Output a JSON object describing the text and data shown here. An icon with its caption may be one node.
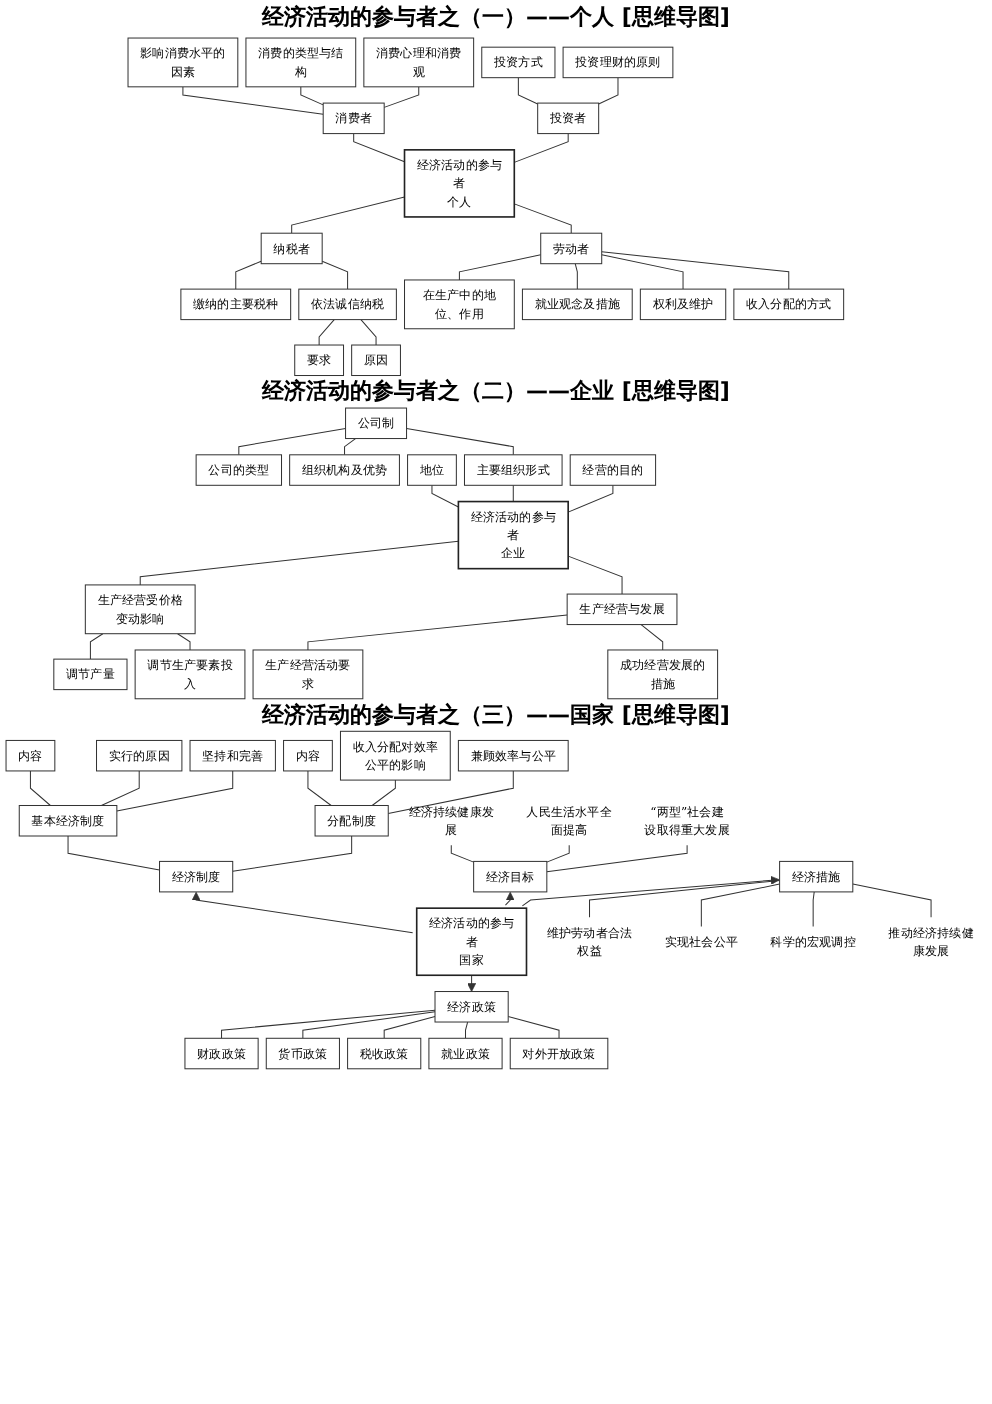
{
  "diagram": {
    "nodes": [
      {
        "text": [
          "影响消费水平的因素"
        ]
      },
      {
        "text": [
          "消费的类型与结构"
        ]
      },
      {
        "text": [
          "消费心理和消费观"
        ]
      },
      {
        "text": [
          "消费者"
        ]
      },
      {
        "text": [
          "投资方式"
        ]
      },
      {
        "text": [
          "投资理财的原则"
        ]
      },
      {
        "text": [
          "投资者"
        ]
      },
      {
        "text": [
          "经济活动的参与者",
          "个人"
        ]
      },
      {
        "text": [
          "纳税者"
        ]
      },
      {
        "text": [
          "缴纳的主要税种"
        ]
      },
      {
        "text": [
          "依法诚信纳税"
        ]
      },
      {
        "text": [
          "要求"
        ]
      },
      {
        "text": [
          "原因"
        ]
      },
      {
        "text": [
          "劳动者"
        ]
      },
      {
        "text": [
          "在生产中的地位、作用"
        ]
      },
      {
        "text": [
          "就业观念及措施"
        ]
      },
      {
        "text": [
          "权利及维护"
        ]
      },
      {
        "text": [
          "收入分配的方式"
        ]
      },
      {
        "text": [
          "公司制"
        ]
      },
      {
        "text": [
          "公司的类型"
        ]
      },
      {
        "text": [
          "组织机构及优势"
        ]
      },
      {
        "text": [
          "地位"
        ]
      },
      {
        "text": [
          "主要组织形式"
        ]
      },
      {
        "text": [
          "经营的目的"
        ]
      },
      {
        "text": [
          "经济活动的参与者",
          "企业"
        ]
      },
      {
        "text": [
          "生产经营受价格变动影响"
        ]
      },
      {
        "text": [
          "生产经营与发展"
        ]
      },
      {
        "text": [
          "调节产量"
        ]
      },
      {
        "text": [
          "调节生产要素投入"
        ]
      },
      {
        "text": [
          "生产经营活动要求"
        ]
      },
      {
        "text": [
          "成功经营发展的措施"
        ]
      },
      {
        "text": [
          "内容"
        ]
      },
      {
        "text": [
          "实行的原因"
        ]
      },
      {
        "text": [
          "坚持和完善"
        ]
      },
      {
        "text": [
          "基本经济制度"
        ]
      },
      {
        "text": [
          "内容"
        ]
      },
      {
        "text": [
          "收入分配对效率公平的影响"
        ]
      },
      {
        "text": [
          "兼顾效率与公平"
        ]
      },
      {
        "text": [
          "分配制度"
        ]
      },
      {
        "text": [
          "经济制度"
        ]
      },
      {
        "text": [
          "经济目标"
        ]
      },
      {
        "text": [
          "经济活动的参与者",
          "国家"
        ]
      },
      {
        "text": [
          "经济措施"
        ]
      },
      {
        "text": [
          "经济持续健康发展"
        ]
      },
      {
        "text": [
          "人民生活水平全面提高"
        ]
      },
      {
        "text": [
          "“两型”社会建设取得重大发展"
        ]
      },
      {
        "text": [
          "维护劳动者合法权益"
        ]
      },
      {
        "text": [
          "实现社会公平"
        ]
      },
      {
        "text": [
          "科学的宏观调控"
        ]
      },
      {
        "text": [
          "推动经济持续健康发展"
        ]
      },
      {
        "text": [
          "经济政策"
        ]
      },
      {
        "text": [
          "财政政策"
        ]
      },
      {
        "text": [
          "货币政策"
        ]
      },
      {
        "text": [
          "税收政策"
        ]
      },
      {
        "text": [
          "就业政策"
        ]
      },
      {
        "text": [
          "对外开放政策"
        ]
      }
    ],
    "edges": [
      {
        "from": 3,
        "to": 0,
        "arrow": "none"
      },
      {
        "from": 3,
        "to": 1,
        "arrow": "none"
      },
      {
        "from": 3,
        "to": 2,
        "arrow": "none"
      },
      {
        "from": 7,
        "to": 3,
        "arrow": "none"
      },
      {
        "from": 7,
        "to": 6,
        "arrow": "none"
      },
      {
        "from": 7,
        "to": 8,
        "arrow": "none"
      },
      {
        "from": 7,
        "to": 13,
        "arrow": "none"
      },
      {
        "from": 6,
        "to": 4,
        "arrow": "none"
      },
      {
        "from": 6,
        "to": 5,
        "arrow": "none"
      },
      {
        "from": 8,
        "to": 9,
        "arrow": "none"
      },
      {
        "from": 8,
        "to": 10,
        "arrow": "none"
      },
      {
        "from": 10,
        "to": 11,
        "arrow": "none"
      },
      {
        "from": 10,
        "to": 12,
        "arrow": "none"
      },
      {
        "from": 13,
        "to": 14,
        "arrow": "none"
      },
      {
        "from": 13,
        "to": 15,
        "arrow": "none"
      },
      {
        "from": 13,
        "to": 16,
        "arrow": "none"
      },
      {
        "from": 13,
        "to": 17,
        "arrow": "none"
      },
      {
        "from": 18,
        "to": 19,
        "arrow": "none"
      },
      {
        "from": 18,
        "to": 20,
        "arrow": "none"
      },
      {
        "from": 18,
        "to": 22,
        "arrow": "none"
      },
      {
        "from": 24,
        "to": 21,
        "arrow": "none"
      },
      {
        "from": 24,
        "to": 22,
        "arrow": "none"
      },
      {
        "from": 24,
        "to": 23,
        "arrow": "none"
      },
      {
        "from": 24,
        "to": 25,
        "arrow": "none"
      },
      {
        "from": 24,
        "to": 26,
        "arrow": "none"
      },
      {
        "from": 25,
        "to": 27,
        "arrow": "none"
      },
      {
        "from": 25,
        "to": 28,
        "arrow": "none"
      },
      {
        "from": 26,
        "to": 29,
        "arrow": "none"
      },
      {
        "from": 26,
        "to": 30,
        "arrow": "none"
      },
      {
        "from": 34,
        "to": 31,
        "arrow": "none"
      },
      {
        "from": 34,
        "to": 32,
        "arrow": "none"
      },
      {
        "from": 34,
        "to": 33,
        "arrow": "none"
      },
      {
        "from": 38,
        "to": 35,
        "arrow": "none"
      },
      {
        "from": 38,
        "to": 36,
        "arrow": "none"
      },
      {
        "from": 38,
        "to": 37,
        "arrow": "none"
      },
      {
        "from": 39,
        "to": 34,
        "arrow": "none"
      },
      {
        "from": 39,
        "to": 38,
        "arrow": "none"
      },
      {
        "from": 41,
        "to": 39,
        "arrow": "to"
      },
      {
        "from": 41,
        "to": 40,
        "arrow": "to"
      },
      {
        "from": 41,
        "to": 42,
        "arrow": "to"
      },
      {
        "from": 41,
        "to": 50,
        "arrow": "to"
      },
      {
        "from": 40,
        "to": 43,
        "arrow": "none"
      },
      {
        "from": 40,
        "to": 44,
        "arrow": "none"
      },
      {
        "from": 40,
        "to": 45,
        "arrow": "none"
      },
      {
        "from": 42,
        "to": 46,
        "arrow": "none"
      },
      {
        "from": 42,
        "to": 47,
        "arrow": "none"
      },
      {
        "from": 42,
        "to": 48,
        "arrow": "none"
      },
      {
        "from": 42,
        "to": 49,
        "arrow": "none"
      },
      {
        "from": 50,
        "to": 51,
        "arrow": "none"
      },
      {
        "from": 50,
        "to": 52,
        "arrow": "none"
      },
      {
        "from": 50,
        "to": 53,
        "arrow": "none"
      },
      {
        "from": 50,
        "to": 54,
        "arrow": "none"
      },
      {
        "from": 50,
        "to": 55,
        "arrow": "none"
      }
    ],
    "labels": [
      "经济活动的参与者之（一）——个人 [思维导图]",
      "经济活动的参与者之（二）——企业 [思维导图]",
      "经济活动的参与者之（三）——国家 [思维导图]"
    ]
  }
}
